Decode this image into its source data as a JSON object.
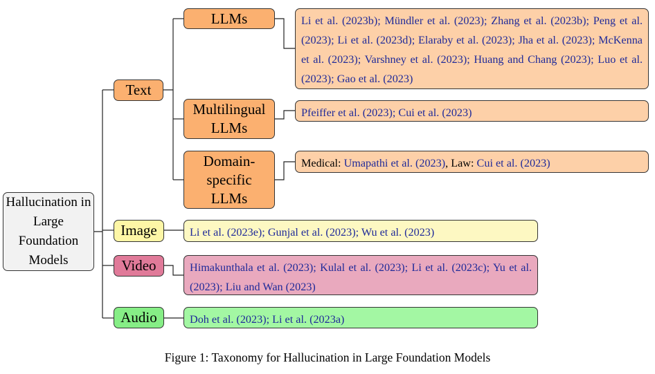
{
  "root": {
    "label": "Hallucination in Large Foundation Models"
  },
  "categories": {
    "text": {
      "label": "Text",
      "color": "#fbb070"
    },
    "image": {
      "label": "Image",
      "color": "#fdf6a6"
    },
    "video": {
      "label": "Video",
      "color": "#e07a99"
    },
    "audio": {
      "label": "Audio",
      "color": "#86ee86"
    }
  },
  "subcategories": {
    "llms": {
      "label": "LLMs",
      "color": "#fbb070"
    },
    "multilingual": {
      "label": "Multilingual LLMs",
      "color": "#fbb070"
    },
    "domain": {
      "label": "Domain-specific LLMs",
      "color": "#fbb070"
    }
  },
  "leaves": {
    "llms": {
      "color": "#fdd0a8",
      "text": "Li et al. (2023b); Mündler et al. (2023); Zhang et al. (2023b); Peng et al. (2023); Li et al. (2023d); Elaraby et al. (2023); Jha et al. (2023); McKenna et al. (2023); Varshney et al. (2023); Huang and Chang (2023); Luo et al. (2023); Gao et al. (2023)"
    },
    "multilingual": {
      "color": "#fdd0a8",
      "text": "Pfeiffer et al. (2023); Cui et al. (2023)"
    },
    "domain": {
      "color": "#fdd0a8",
      "medical_label": "Medical:",
      "medical_cite": "Umapathi et al. (2023)",
      "law_label": ", Law:",
      "law_cite": "Cui et al. (2023)"
    },
    "image": {
      "color": "#fdf8c2",
      "text": "Li et al. (2023e); Gunjal et al. (2023); Wu et al. (2023)"
    },
    "video": {
      "color": "#e9a9be",
      "text": "Himakunthala et al. (2023); Kulal et al. (2023); Li et al. (2023c); Yu et al. (2023); Liu and Wan (2023)"
    },
    "audio": {
      "color": "#a3f7a3",
      "text": "Doh et al. (2023); Li et al. (2023a)"
    }
  },
  "caption": "Figure 1: Taxonomy for Hallucination in Large Foundation Models"
}
